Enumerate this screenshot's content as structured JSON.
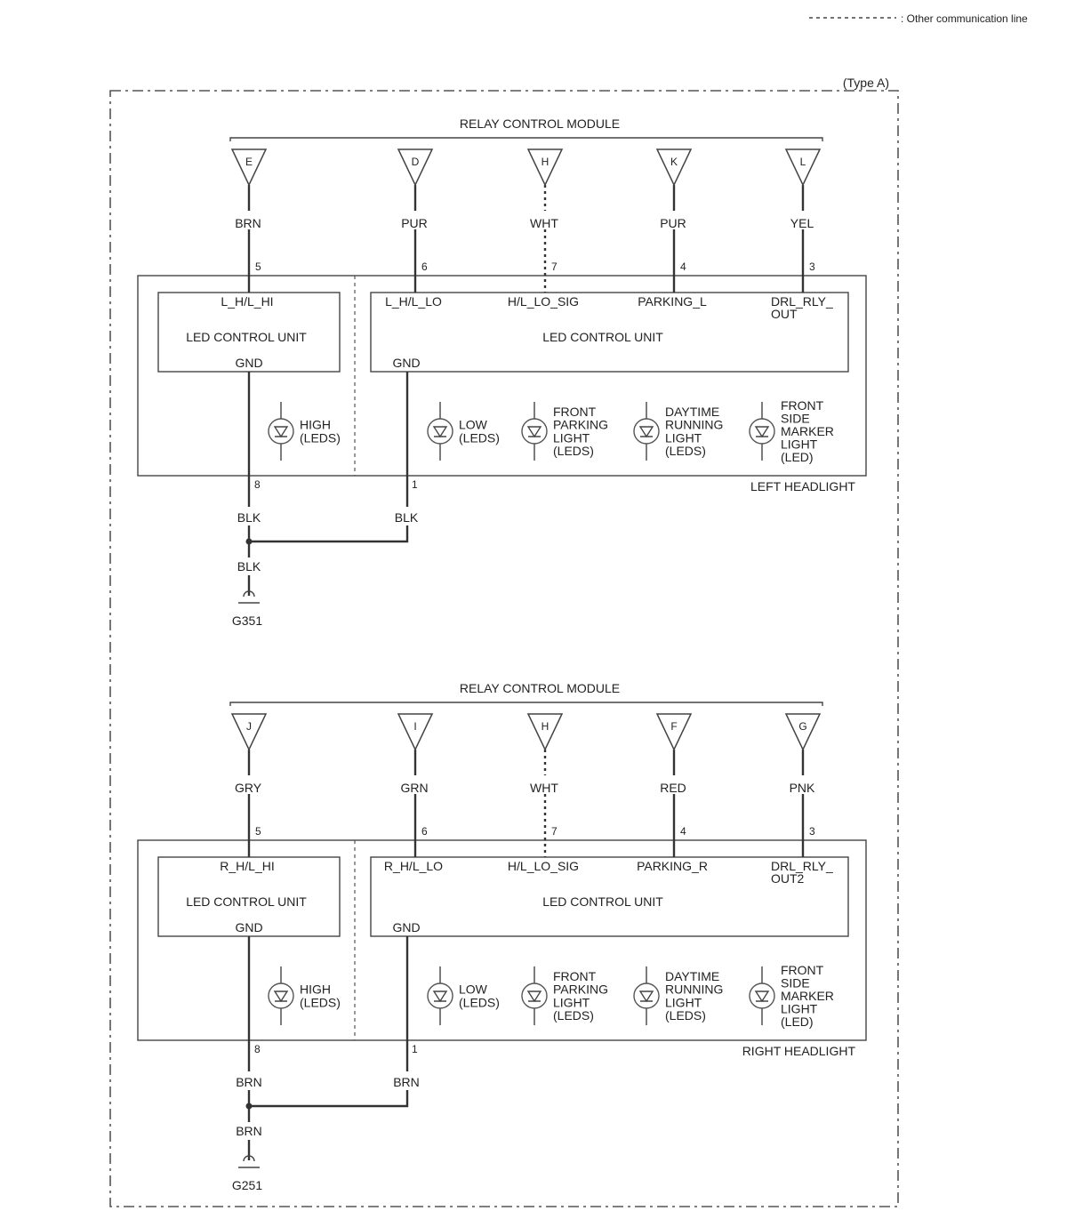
{
  "legend": {
    "text": ": Other communication line"
  },
  "type_label": "(Type A)",
  "circuits": [
    {
      "module_title": "RELAY CONTROL MODULE",
      "terminals": [
        {
          "letter": "E",
          "wire": "BRN",
          "pin": "5",
          "signal": "L_H/L_HI",
          "dotted": false
        },
        {
          "letter": "D",
          "wire": "PUR",
          "pin": "6",
          "signal": "L_H/L_LO",
          "dotted": false
        },
        {
          "letter": "H",
          "wire": "WHT",
          "pin": "7",
          "signal": "H/L_LO_SIG",
          "dotted": true
        },
        {
          "letter": "K",
          "wire": "PUR",
          "pin": "4",
          "signal": "PARKING_L",
          "dotted": false
        },
        {
          "letter": "L",
          "wire": "YEL",
          "pin": "3",
          "signal": "DRL_RLY_\nOUT",
          "dotted": false
        }
      ],
      "unit_left": {
        "name": "LED CONTROL UNIT",
        "gnd": "GND"
      },
      "unit_right": {
        "name": "LED CONTROL UNIT",
        "gnd": "GND"
      },
      "leds": [
        "HIGH\n(LEDS)",
        "LOW\n(LEDS)",
        "FRONT\nPARKING\nLIGHT\n(LEDS)",
        "DAYTIME\nRUNNING\nLIGHT\n(LEDS)",
        "FRONT\nSIDE\nMARKER\nLIGHT\n(LED)"
      ],
      "headlight_label": "LEFT HEADLIGHT",
      "ground_pins": [
        "8",
        "1"
      ],
      "ground_wires": [
        "BLK",
        "BLK"
      ],
      "ground_common_wire": "BLK",
      "ground_point": "G351"
    },
    {
      "module_title": "RELAY CONTROL MODULE",
      "terminals": [
        {
          "letter": "J",
          "wire": "GRY",
          "pin": "5",
          "signal": "R_H/L_HI",
          "dotted": false
        },
        {
          "letter": "I",
          "wire": "GRN",
          "pin": "6",
          "signal": "R_H/L_LO",
          "dotted": false
        },
        {
          "letter": "H",
          "wire": "WHT",
          "pin": "7",
          "signal": "H/L_LO_SIG",
          "dotted": true
        },
        {
          "letter": "F",
          "wire": "RED",
          "pin": "4",
          "signal": "PARKING_R",
          "dotted": false
        },
        {
          "letter": "G",
          "wire": "PNK",
          "pin": "3",
          "signal": "DRL_RLY_\nOUT2",
          "dotted": false
        }
      ],
      "unit_left": {
        "name": "LED CONTROL UNIT",
        "gnd": "GND"
      },
      "unit_right": {
        "name": "LED CONTROL UNIT",
        "gnd": "GND"
      },
      "leds": [
        "HIGH\n(LEDS)",
        "LOW\n(LEDS)",
        "FRONT\nPARKING\nLIGHT\n(LEDS)",
        "DAYTIME\nRUNNING\nLIGHT\n(LEDS)",
        "FRONT\nSIDE\nMARKER\nLIGHT\n(LED)"
      ],
      "headlight_label": "RIGHT HEADLIGHT",
      "ground_pins": [
        "8",
        "1"
      ],
      "ground_wires": [
        "BRN",
        "BRN"
      ],
      "ground_common_wire": "BRN",
      "ground_point": "G251"
    }
  ]
}
